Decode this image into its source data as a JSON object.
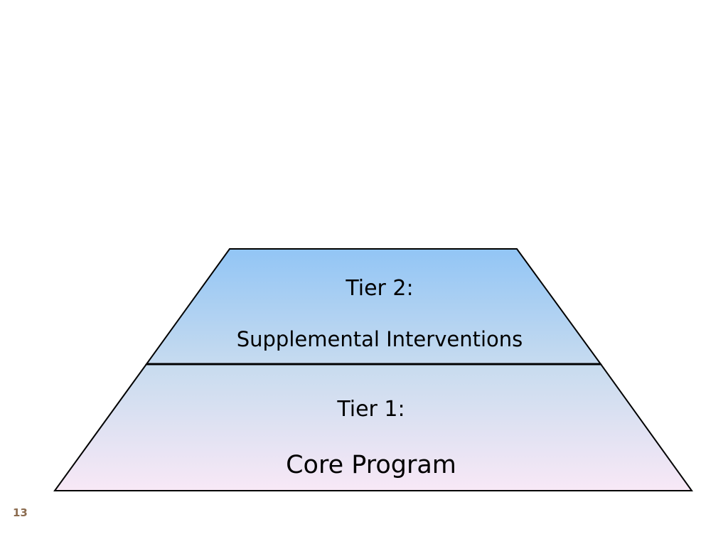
{
  "diagram": {
    "tiers": [
      {
        "title": "Tier 2:",
        "subtitle": "Supplemental Interventions"
      },
      {
        "title": "Tier 1:",
        "subtitle": "Core Program"
      }
    ],
    "colors": {
      "top_fill": "#92c5f5",
      "mid_fill": "#c9dcef",
      "bottom_fill": "#f8e8f6",
      "stroke": "#000000"
    }
  },
  "footer": {
    "page_number": "13"
  }
}
